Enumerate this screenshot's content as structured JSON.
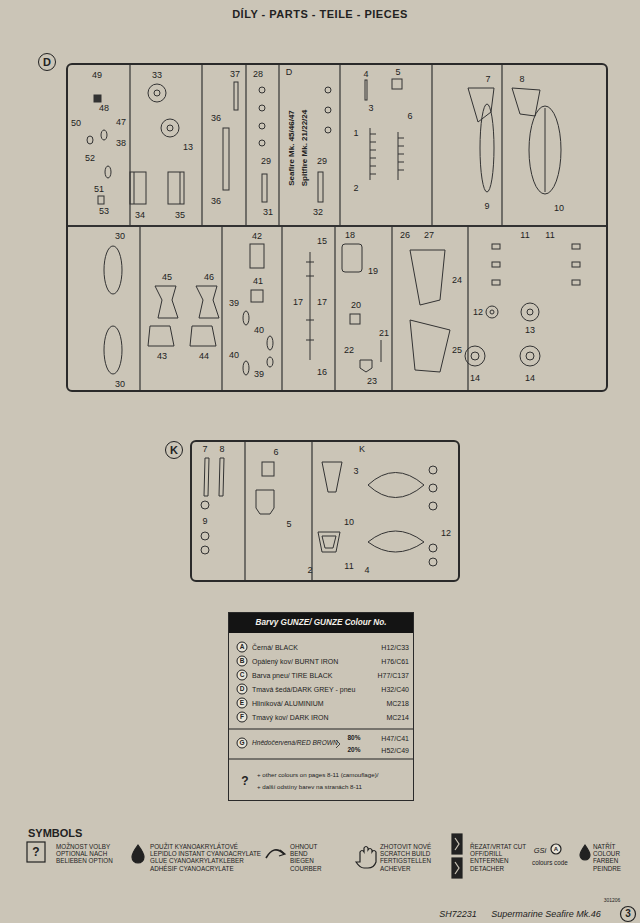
{
  "diagram": {
    "title": "DÍLY - PARTS - TEILE - PIECES",
    "nodes": [
      {
        "text": [
          "D"
        ]
      },
      {
        "text": [
          "K"
        ]
      },
      {
        "text": [
          "Barvy GUNZE/ GUNZE Colour No."
        ]
      }
    ],
    "labels": [
      "49",
      "33",
      "37",
      "28",
      "D",
      "4",
      "5",
      "7",
      "8",
      "48",
      "47",
      "50",
      "38",
      "36",
      "13",
      "3",
      "6",
      "1",
      "52",
      "51",
      "53",
      "34",
      "35",
      "29",
      "29",
      "31",
      "32",
      "36",
      "2",
      "9",
      "10",
      "Seafire Mk. 45/46/47",
      "Spitfire Mk. 21/22/24",
      "30",
      "30",
      "45",
      "46",
      "43",
      "44",
      "42",
      "41",
      "39",
      "40",
      "40",
      "39",
      "15",
      "17",
      "17",
      "16",
      "18",
      "19",
      "20",
      "21",
      "22",
      "23",
      "26",
      "27",
      "24",
      "25",
      "11",
      "11",
      "12",
      "13",
      "14",
      "14",
      "7",
      "8",
      "6",
      "K",
      "3",
      "9",
      "5",
      "10",
      "11",
      "2",
      "4",
      "12",
      "A",
      "Černá/ BLACK",
      "H12/C33",
      "B",
      "Opálený kov/ BURNT IRON",
      "H76/C61",
      "C",
      "Barva pneu/ TIRE BLACK",
      "H77/C137",
      "D",
      "Tmavá šedá/DARK GREY - pneu",
      "H32/C40",
      "E",
      "Hliníková/ ALUMINIUM",
      "MC218",
      "F",
      "Tmavý kov/ DARK IRON",
      "MC214",
      "G",
      "Hnědočervená/RED BROWN",
      "80%",
      "20%",
      "H47/C41",
      "H52/C49",
      "?",
      "+ other colours on pages 8-11 (camouflage)/",
      "+ další odstíny barev na stranách 8-11",
      "SYMBOLS",
      "?",
      "MOŽNOST VOLBY OPTIONAL NACH BELIEBEN OPTION",
      "POUŽIT KYANOAKRYLÁTOVÉ LEPIDLO INSTANT CYANOACRYLATE GLUE CYANOAKRYLATKLEBER ADHÉSIF CYANOACRYLATE",
      "OHNOUT BEND BIEGEN COURBER",
      "ZHOTOVIT NOVÉ SCRATCH BUILD FERTIGSTELLEN ACHEVER",
      "ŘEZAT/VRTAT CUT OFF/DRILL ENTFERNEN DETACHER",
      "GSi",
      "A",
      "colours code",
      "NATŘÍT COLOUR FARBEN PEINDRE",
      "SH72231",
      "Supermarine Seafire Mk.46",
      "301206",
      "3"
    ]
  }
}
